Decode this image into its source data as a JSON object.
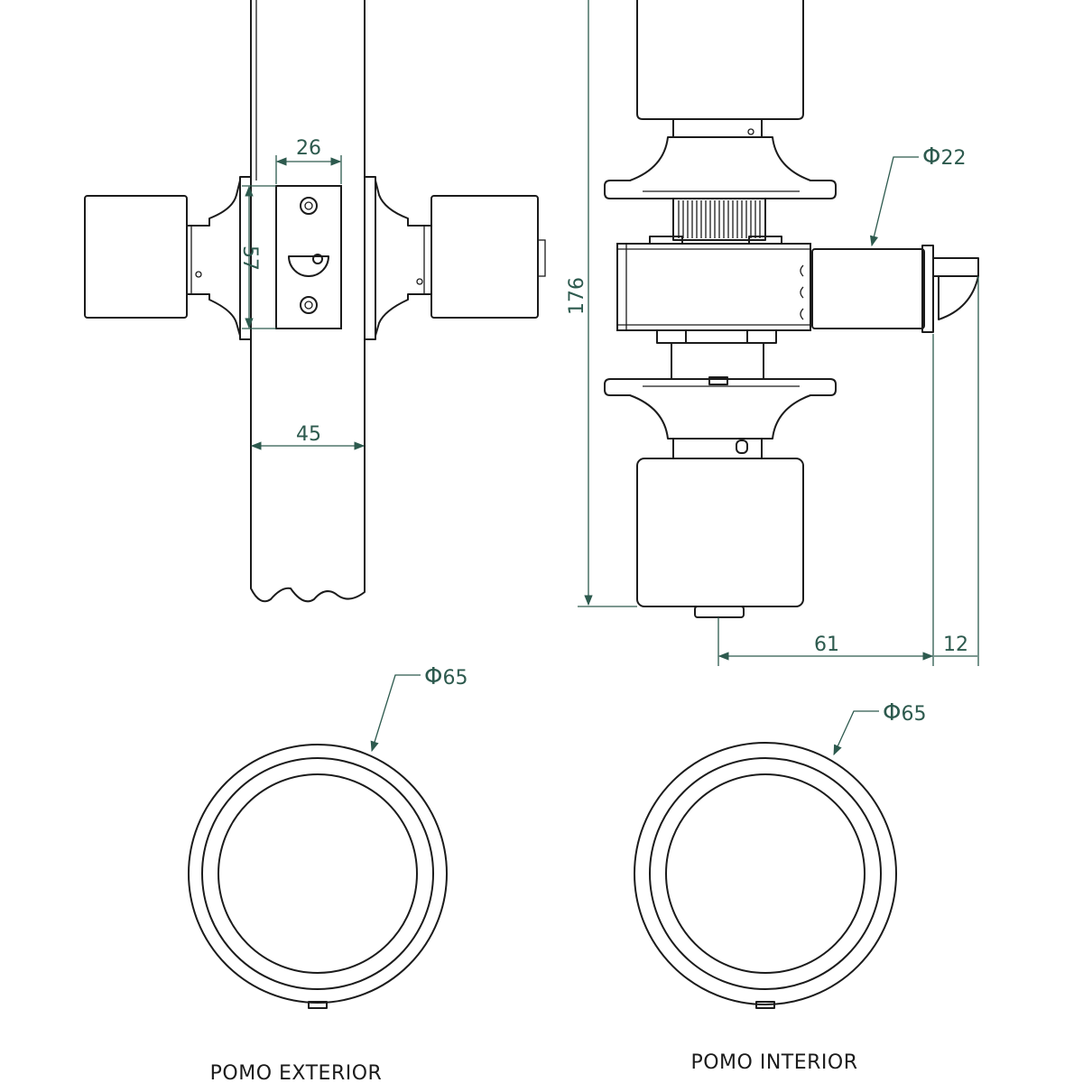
{
  "dimensions": {
    "backset_plate_width": "26",
    "plate_height": "57",
    "door_thickness": "45",
    "overall_length": "176",
    "cylinder_diameter": "22",
    "projection": "61",
    "latch_offset": "12",
    "knob_exterior_diameter": "65",
    "knob_interior_diameter": "65"
  },
  "labels": {
    "knob_exterior": "POMO EXTERIOR",
    "knob_interior": "POMO INTERIOR"
  },
  "colors": {
    "line": "#1b1b1b",
    "dimension": "#2d5a4e"
  }
}
